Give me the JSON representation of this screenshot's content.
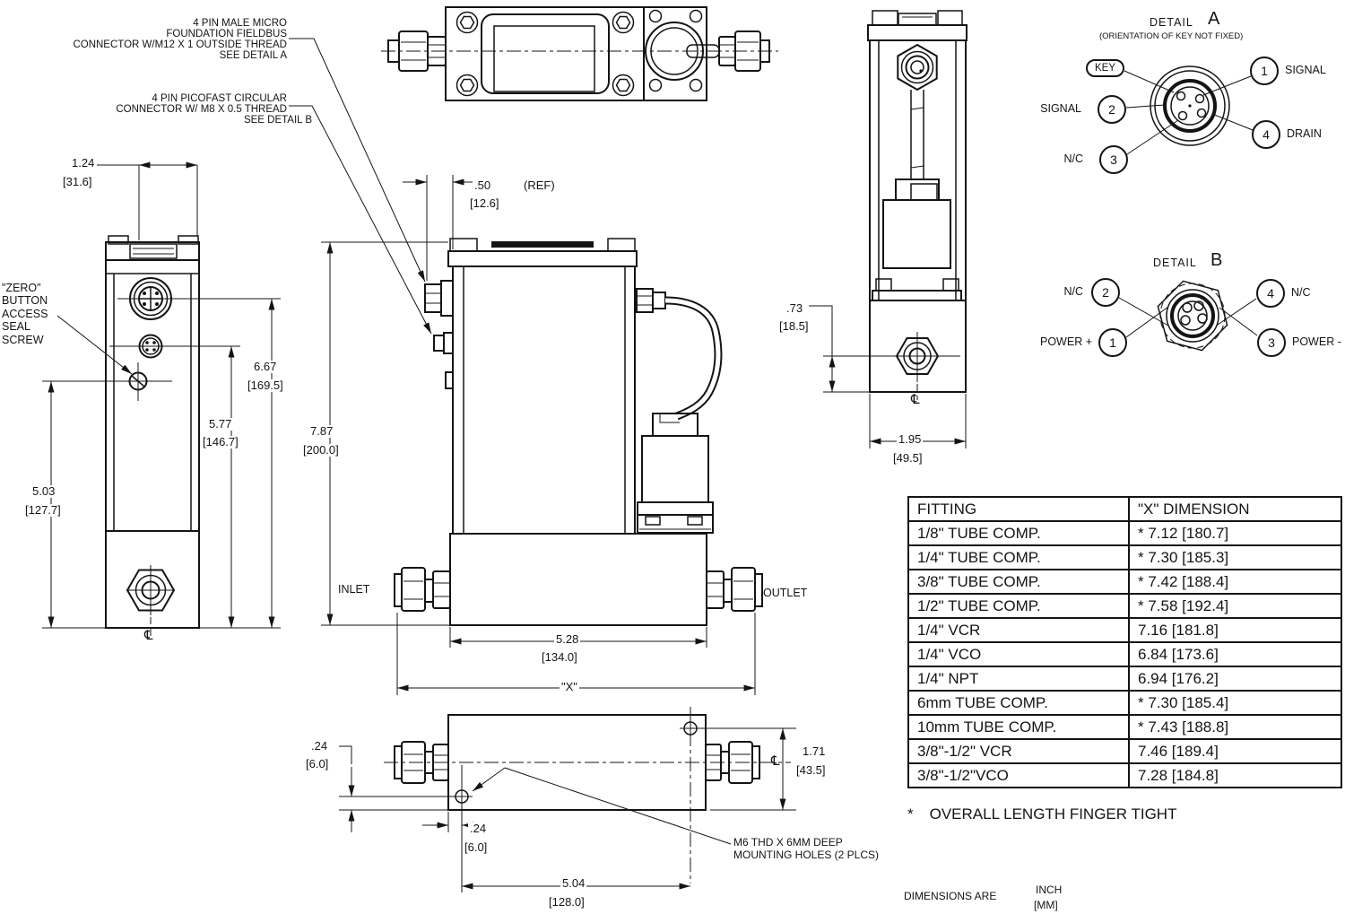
{
  "drawing": {
    "callout_fieldbus": {
      "l1": "4 PIN MALE MICRO",
      "l2": "FOUNDATION FIELDBUS",
      "l3": "CONNECTOR W/M12 X 1 OUTSIDE THREAD",
      "l4": "SEE DETAIL A"
    },
    "callout_picofast": {
      "l1": "4 PIN PICOFAST CIRCULAR",
      "l2": "CONNECTOR W/ M8 X 0.5 THREAD",
      "l3": "SEE DETAIL B"
    },
    "callout_zero": {
      "l1": "\"ZERO\"",
      "l2": "BUTTON",
      "l3": "ACCESS",
      "l4": "SEAL",
      "l5": "SCREW"
    },
    "callout_m6": {
      "l1": "M6 THD X 6MM DEEP",
      "l2": "MOUNTING HOLES (2 PLCS)"
    },
    "labels": {
      "inlet": "INLET",
      "outlet": "OUTLET",
      "ref": "(REF)",
      "x": "\"X\"",
      "cl": "℄"
    },
    "dims": {
      "d124": {
        "in": "1.24",
        "mm": "[31.6]"
      },
      "d503": {
        "in": "5.03",
        "mm": "[127.7]"
      },
      "d577": {
        "in": "5.77",
        "mm": "[146.7]"
      },
      "d667": {
        "in": "6.67",
        "mm": "[169.5]"
      },
      "d050": {
        "in": ".50",
        "mm": "[12.6]"
      },
      "d787": {
        "in": "7.87",
        "mm": "[200.0]"
      },
      "d528": {
        "in": "5.28",
        "mm": "[134.0]"
      },
      "d073": {
        "in": ".73",
        "mm": "[18.5]"
      },
      "d195": {
        "in": "1.95",
        "mm": "[49.5]"
      },
      "d024a": {
        "in": ".24",
        "mm": "[6.0]"
      },
      "d171": {
        "in": "1.71",
        "mm": "[43.5]"
      },
      "d024b": {
        "in": ".24",
        "mm": "[6.0]"
      },
      "d504": {
        "in": "5.04",
        "mm": "[128.0]"
      }
    }
  },
  "detail_a": {
    "title": "DETAIL",
    "letter": "A",
    "subtitle": "(ORIENTATION OF KEY NOT FIXED)",
    "key": "KEY",
    "pins": [
      {
        "num": "1",
        "label": "SIGNAL"
      },
      {
        "num": "2",
        "label": "SIGNAL"
      },
      {
        "num": "3",
        "label": "N/C"
      },
      {
        "num": "4",
        "label": "DRAIN"
      }
    ]
  },
  "detail_b": {
    "title": "DETAIL",
    "letter": "B",
    "pins": [
      {
        "num": "2",
        "label": "N/C"
      },
      {
        "num": "4",
        "label": "N/C"
      },
      {
        "num": "1",
        "label": "POWER +"
      },
      {
        "num": "3",
        "label": "POWER -"
      }
    ]
  },
  "fitting_table": {
    "headers": [
      "FITTING",
      "\"X\" DIMENSION"
    ],
    "rows": [
      [
        "1/8\" TUBE COMP.",
        "* 7.12 [180.7]"
      ],
      [
        "1/4\" TUBE COMP.",
        "* 7.30 [185.3]"
      ],
      [
        "3/8\" TUBE COMP.",
        "* 7.42 [188.4]"
      ],
      [
        "1/2\" TUBE COMP.",
        "* 7.58 [192.4]"
      ],
      [
        "1/4\" VCR",
        "7.16 [181.8]"
      ],
      [
        "1/4\" VCO",
        "6.84 [173.6]"
      ],
      [
        "1/4\" NPT",
        "6.94 [176.2]"
      ],
      [
        "6mm TUBE COMP.",
        "* 7.30 [185.4]"
      ],
      [
        "10mm TUBE COMP.",
        "* 7.43 [188.8]"
      ],
      [
        "3/8\"-1/2\" VCR",
        "7.46 [189.4]"
      ],
      [
        "3/8\"-1/2\"VCO",
        "7.28 [184.8]"
      ]
    ]
  },
  "notes": {
    "star": "*",
    "footnote": "OVERALL LENGTH FINGER TIGHT",
    "dims_are": "DIMENSIONS ARE",
    "inch": "INCH",
    "mm": "[MM]"
  }
}
